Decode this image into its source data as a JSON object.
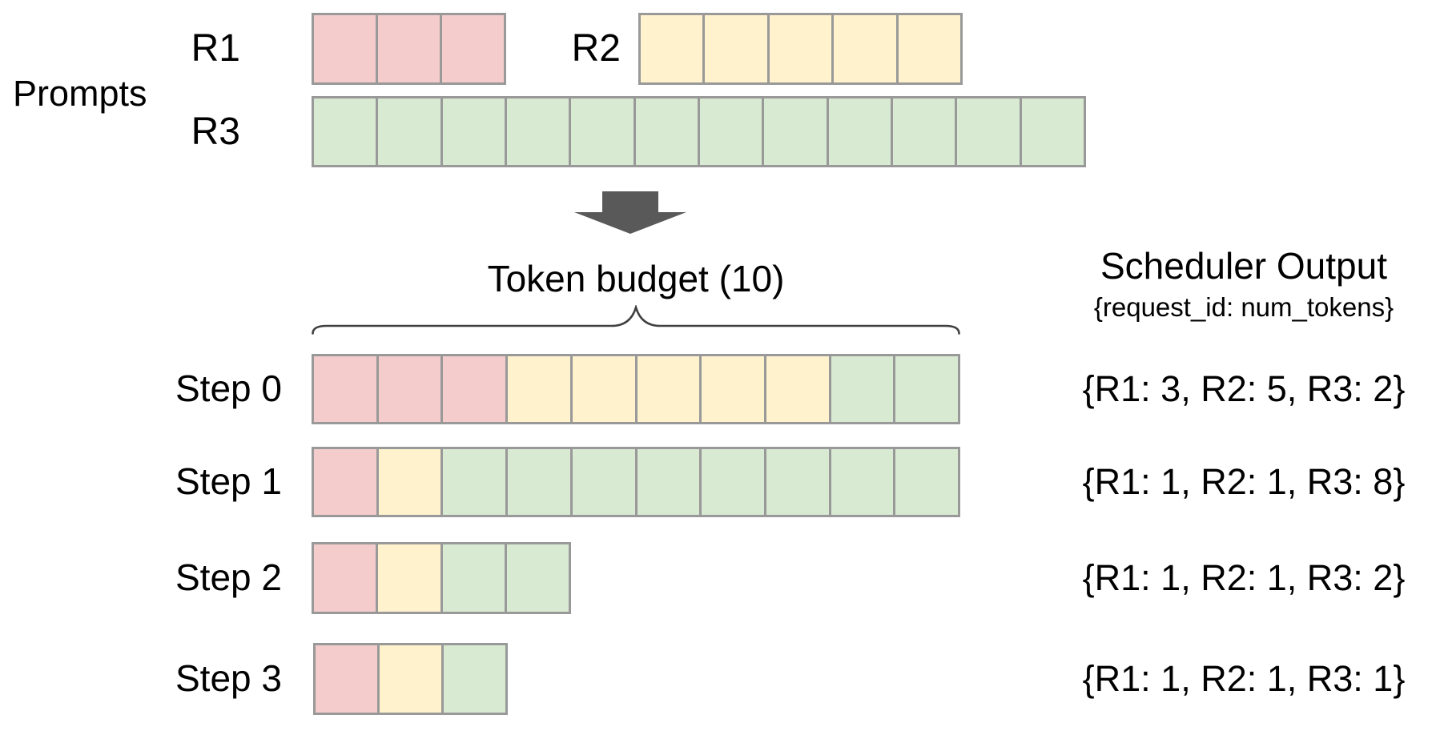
{
  "palette": {
    "r1_fill": "#f4cccc",
    "r2_fill": "#fff2cc",
    "r3_fill": "#d9ead3",
    "cell_border": "#999999",
    "arrow_fill": "#595959",
    "brace_stroke": "#404040",
    "text_color": "#000000",
    "background": "#ffffff"
  },
  "prompts": {
    "section_label": "Prompts",
    "requests": [
      {
        "label": "R1",
        "num_tokens": 3,
        "cells": [
          {
            "color": "r1",
            "count": 3
          }
        ]
      },
      {
        "label": "R2",
        "num_tokens": 5,
        "cells": [
          {
            "color": "r2",
            "count": 5
          }
        ]
      },
      {
        "label": "R3",
        "num_tokens": 12,
        "cells": [
          {
            "color": "r3",
            "count": 12
          }
        ]
      }
    ]
  },
  "token_budget": {
    "label": "Token budget (10)",
    "value": 10
  },
  "scheduler_output": {
    "title": "Scheduler Output",
    "subtitle": "{request_id: num_tokens}"
  },
  "steps": [
    {
      "label": "Step 0",
      "cells": [
        {
          "color": "r1",
          "count": 3
        },
        {
          "color": "r2",
          "count": 5
        },
        {
          "color": "r3",
          "count": 2
        }
      ],
      "output": "{R1: 3, R2: 5, R3: 2}"
    },
    {
      "label": "Step 1",
      "cells": [
        {
          "color": "r1",
          "count": 1
        },
        {
          "color": "r2",
          "count": 1
        },
        {
          "color": "r3",
          "count": 8
        }
      ],
      "output": "{R1: 1, R2: 1, R3: 8}"
    },
    {
      "label": "Step 2",
      "cells": [
        {
          "color": "r1",
          "count": 1
        },
        {
          "color": "r2",
          "count": 1
        },
        {
          "color": "r3",
          "count": 2
        }
      ],
      "output": "{R1: 1, R2: 1, R3: 2}"
    },
    {
      "label": "Step 3",
      "cells": [
        {
          "color": "r1",
          "count": 1
        },
        {
          "color": "r2",
          "count": 1
        },
        {
          "color": "r3",
          "count": 1
        }
      ],
      "output": "{R1: 1, R2: 1, R3: 1}"
    }
  ]
}
